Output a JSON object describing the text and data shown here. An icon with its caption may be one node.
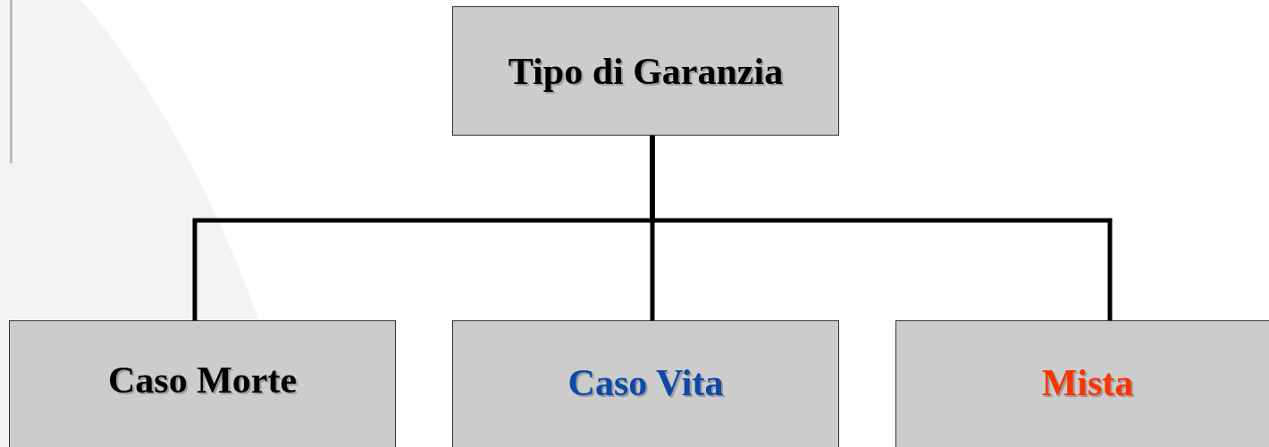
{
  "diagram": {
    "nodes": [
      {
        "text": [
          "Tipo di Garanzia"
        ]
      },
      {
        "text": [
          "Caso Morte"
        ]
      },
      {
        "text": [
          "Caso Vita"
        ]
      },
      {
        "text": [
          "Mista"
        ]
      }
    ],
    "edges": [
      {
        "from": 0,
        "to": 1,
        "arrow": "none"
      },
      {
        "from": 0,
        "to": 2,
        "arrow": "none"
      },
      {
        "from": 0,
        "to": 3,
        "arrow": "none"
      }
    ]
  }
}
